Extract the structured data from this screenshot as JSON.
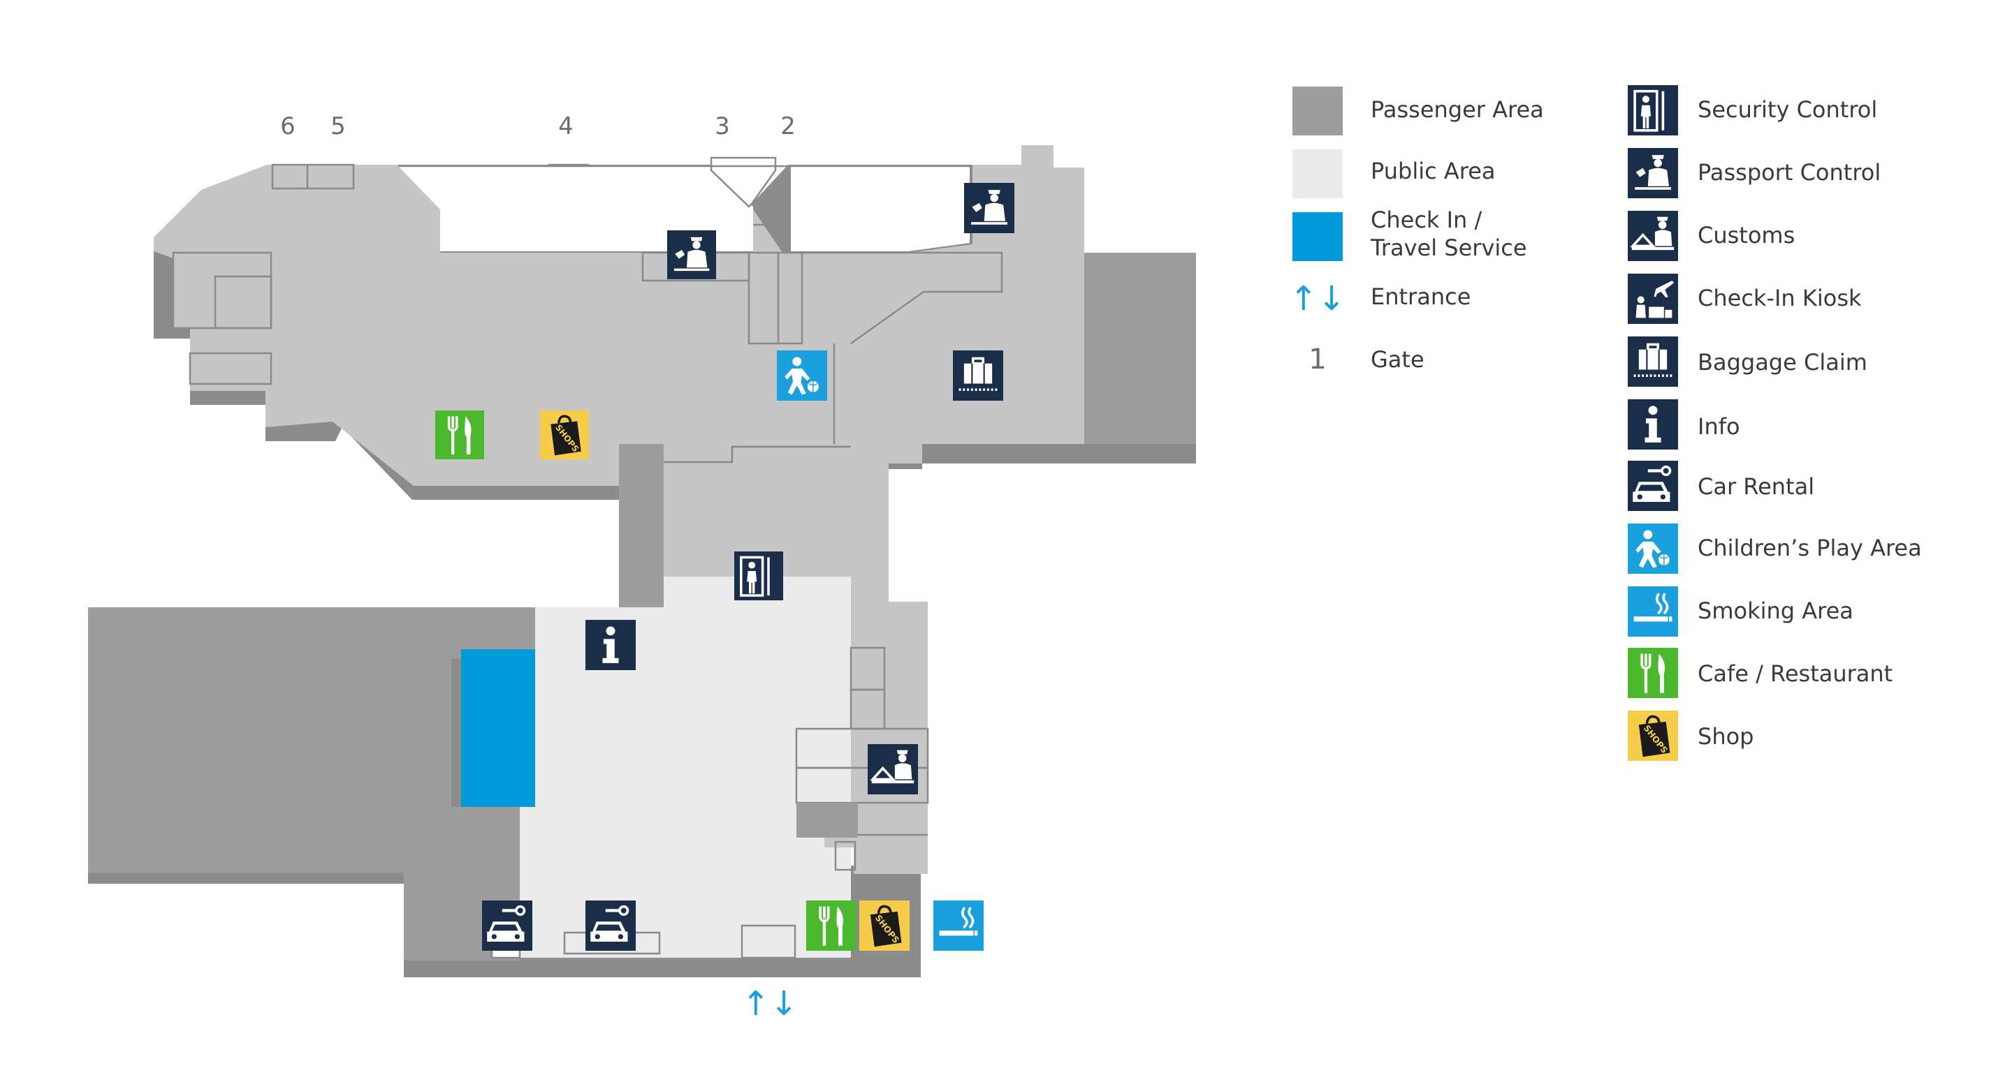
{
  "colors": {
    "passenger": "#c6c6c6",
    "passenger_shadow": "#8c8c8c",
    "wall_dark": "#9d9d9d",
    "public": "#ebebeb",
    "checkin": "#009ad9",
    "navy": "#1a2e4a",
    "light_blue": "#1aa0dc",
    "green": "#4cb82e",
    "yellow": "#f6cd4a",
    "arrow": "#1aa0dc",
    "outline": "#8a8a8a"
  },
  "gates": [
    "6",
    "5",
    "4",
    "3",
    "2"
  ],
  "entrance_glyph": "↑↓",
  "shop_text": "SHOPS",
  "legend": {
    "areas": [
      {
        "key": "passenger-area",
        "label": "Passenger Area",
        "color": "#9d9d9d"
      },
      {
        "key": "public-area",
        "label": "Public Area",
        "color": "#ebebeb"
      },
      {
        "key": "check-in-area",
        "label": "Check In /",
        "label2": "Travel Service",
        "color": "#009ad9"
      }
    ],
    "entrance_label": "Entrance",
    "gate_sample": "1",
    "gate_label": "Gate",
    "icons": [
      {
        "icon": "security-control-icon",
        "label": "Security Control"
      },
      {
        "icon": "passport-control-icon",
        "label": "Passport Control"
      },
      {
        "icon": "customs-icon",
        "label": "Customs"
      },
      {
        "icon": "check-in-kiosk-icon",
        "label": "Check-In Kiosk"
      },
      {
        "icon": "baggage-claim-icon",
        "label": "Baggage Claim"
      },
      {
        "icon": "info-icon",
        "label": "Info"
      },
      {
        "icon": "car-rental-icon",
        "label": "Car Rental"
      },
      {
        "icon": "childrens-play-area-icon",
        "label": "Children’s Play Area"
      },
      {
        "icon": "smoking-area-icon",
        "label": "Smoking Area"
      },
      {
        "icon": "cafe-restaurant-icon",
        "label": "Cafe / Restaurant"
      },
      {
        "icon": "shop-icon",
        "label": "Shop"
      }
    ]
  }
}
